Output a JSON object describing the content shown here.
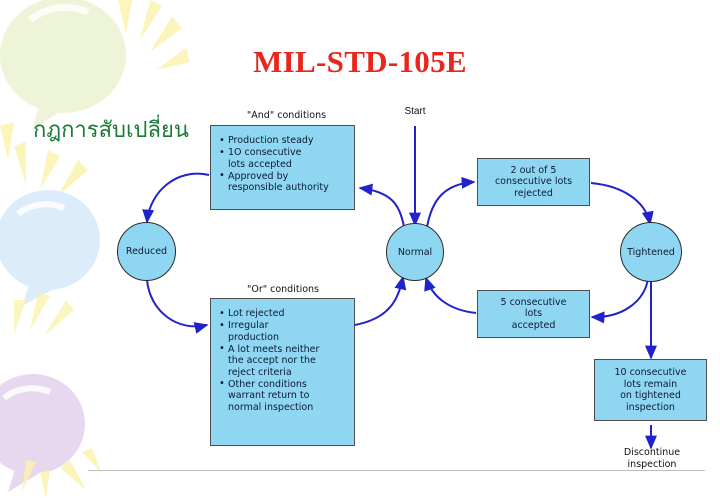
{
  "slide": {
    "title": "MIL-STD-105E",
    "title_color": "#e8261d",
    "subtitle_thai": "กฎการสับเปลี่ยน",
    "subtitle_color": "#1a7a36",
    "background_color": "#ffffff"
  },
  "palette": {
    "node_fill": "#8fd6f2",
    "node_border": "#4d4d4d",
    "arrow_color": "#2222cc",
    "divider": "#bdbdbd",
    "deco_green": "#eef4d8",
    "deco_blue": "#dcecfa",
    "deco_purple": "#e7d8f0",
    "deco_yellow": "#fbf3b0"
  },
  "diagram": {
    "type": "state-transition-flowchart",
    "start_label": "Start",
    "end_label": "Discontinue\ninspection",
    "states": [
      {
        "id": "reduced",
        "label": "Reduced"
      },
      {
        "id": "normal",
        "label": "Normal"
      },
      {
        "id": "tightened",
        "label": "Tightened"
      }
    ],
    "condition_boxes": [
      {
        "id": "and-conditions",
        "caption": "\"And\" conditions",
        "items": [
          "Production steady",
          "1O consecutive\nlots accepted",
          "Approved by\nresponsible authority"
        ]
      },
      {
        "id": "or-conditions",
        "caption": "\"Or\" conditions",
        "items": [
          "Lot rejected",
          "Irregular\nproduction",
          "A lot meets neither\nthe accept nor the\nreject criteria",
          "Other conditions\nwarrant return to\nnormal inspection"
        ]
      }
    ],
    "transition_boxes": [
      {
        "id": "to-tightened",
        "text": "2 out of 5\nconsecutive lots\nrejected"
      },
      {
        "id": "to-normal",
        "text": "5 consecutive\nlots\naccepted"
      },
      {
        "id": "discontinue-box",
        "text": "10 consecutive\nlots remain\non tightened\ninspection"
      }
    ],
    "transitions": [
      {
        "from": "start",
        "to": "normal",
        "via": ""
      },
      {
        "from": "normal",
        "to": "and-conditions",
        "via": ""
      },
      {
        "from": "and-conditions",
        "to": "reduced",
        "via": ""
      },
      {
        "from": "reduced",
        "to": "or-conditions",
        "via": ""
      },
      {
        "from": "or-conditions",
        "to": "normal",
        "via": ""
      },
      {
        "from": "normal",
        "to": "to-tightened",
        "via": ""
      },
      {
        "from": "to-tightened",
        "to": "tightened",
        "via": ""
      },
      {
        "from": "tightened",
        "to": "to-normal",
        "via": ""
      },
      {
        "from": "to-normal",
        "to": "normal",
        "via": ""
      },
      {
        "from": "tightened",
        "to": "discontinue-box",
        "via": ""
      },
      {
        "from": "discontinue-box",
        "to": "discontinue",
        "via": ""
      }
    ]
  }
}
